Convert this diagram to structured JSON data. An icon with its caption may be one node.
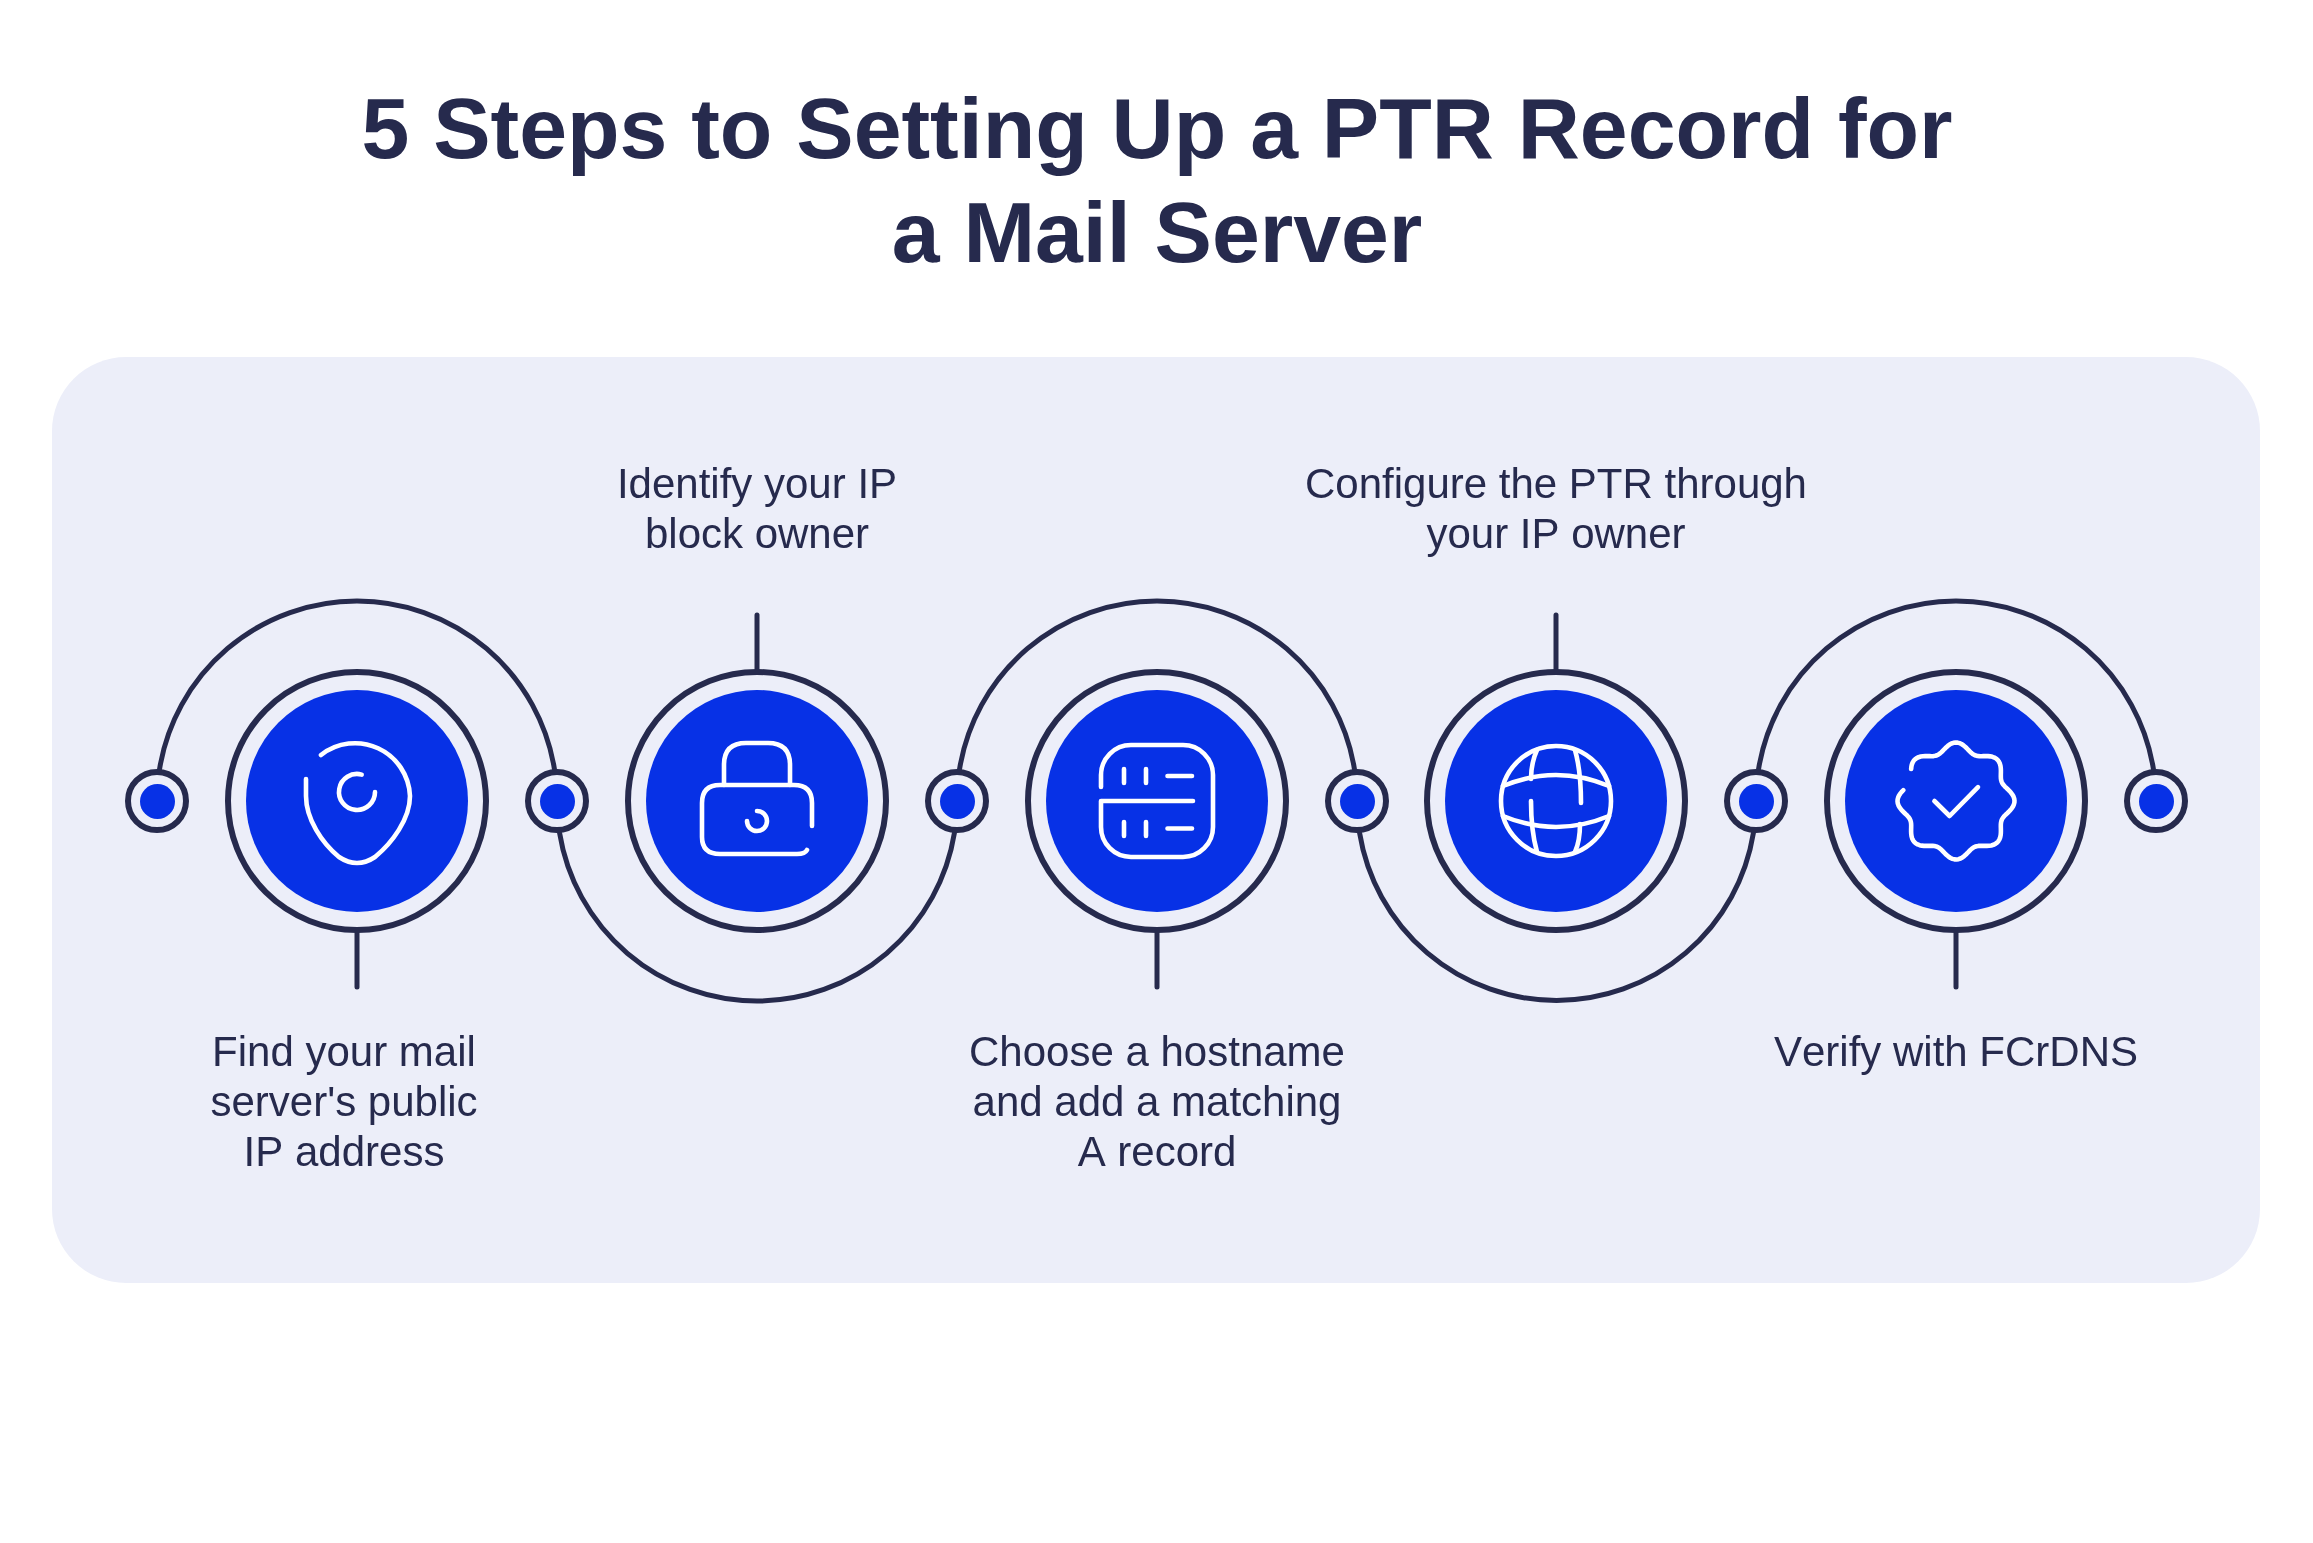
{
  "diagram": {
    "title": "5 Steps to Setting Up a PTR Record for a Mail Server",
    "nodes": [
      {
        "text": [],
        "shape": "box"
      },
      {
        "text": [],
        "shape": "circle",
        "in": 0
      },
      {
        "text": [],
        "shape": "circle",
        "in": 0,
        "beside": [
          "Find your mail server's public IP address"
        ]
      },
      {
        "text": [],
        "shape": "circle",
        "in": 0
      },
      {
        "text": [],
        "shape": "circle",
        "in": 0,
        "beside": [
          "Identify your IP block owner"
        ]
      },
      {
        "text": [],
        "shape": "circle",
        "in": 0
      },
      {
        "text": [],
        "shape": "circle",
        "in": 0,
        "beside": [
          "Choose a hostname and add a matching A record"
        ]
      },
      {
        "text": [],
        "shape": "circle",
        "in": 0
      },
      {
        "text": [],
        "shape": "circle",
        "in": 0,
        "beside": [
          "Configure the PTR through your IP owner"
        ]
      },
      {
        "text": [],
        "shape": "circle",
        "in": 0
      },
      {
        "text": [],
        "shape": "circle",
        "in": 0,
        "beside": [
          "Verify with FCrDNS"
        ]
      },
      {
        "text": [],
        "shape": "circle",
        "in": 0
      }
    ],
    "edges": [
      {
        "from": 1,
        "to": 3,
        "arrow": "none"
      },
      {
        "from": 3,
        "to": 5,
        "arrow": "none"
      },
      {
        "from": 5,
        "to": 7,
        "arrow": "none"
      },
      {
        "from": 7,
        "to": 9,
        "arrow": "none"
      },
      {
        "from": 9,
        "to": 11,
        "arrow": "none"
      }
    ]
  }
}
